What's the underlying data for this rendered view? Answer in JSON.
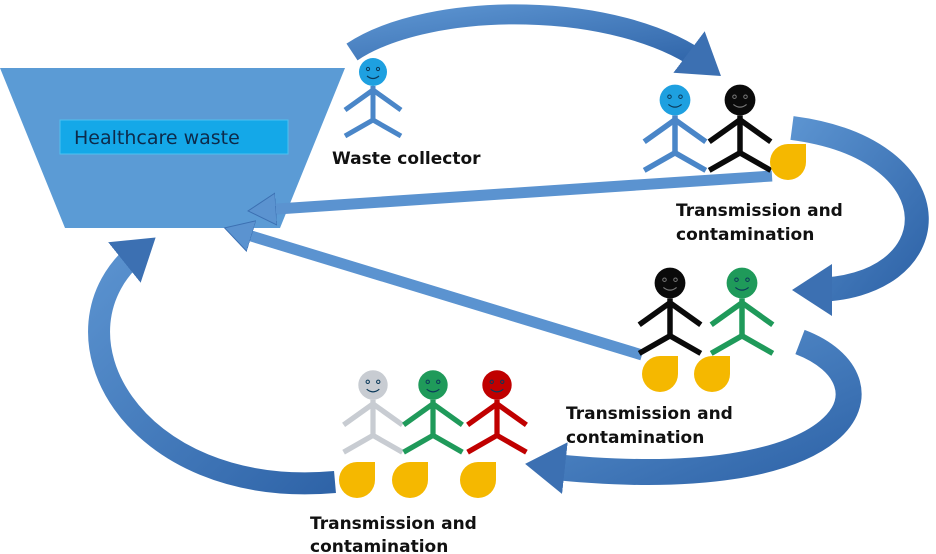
{
  "bin": {
    "label": "Healthcare waste"
  },
  "labels": {
    "collector": "Waste collector",
    "stage1": [
      "Transmission and",
      "contamination"
    ],
    "stage2": [
      "Transmission and",
      "contamination"
    ],
    "stage3": [
      "Transmission and",
      "contamination"
    ]
  },
  "colors": {
    "arrow": "#4a7fbe",
    "bin": "#5b9bd5",
    "label_box": "#14a8e8",
    "drop": "#f5b800",
    "blue_head": "#1ea0e0",
    "blue_body": "#4a86c8",
    "black": "#0a0a0a",
    "green": "#1f9a5a",
    "red": "#c00000",
    "gray": "#c8ccd2"
  }
}
